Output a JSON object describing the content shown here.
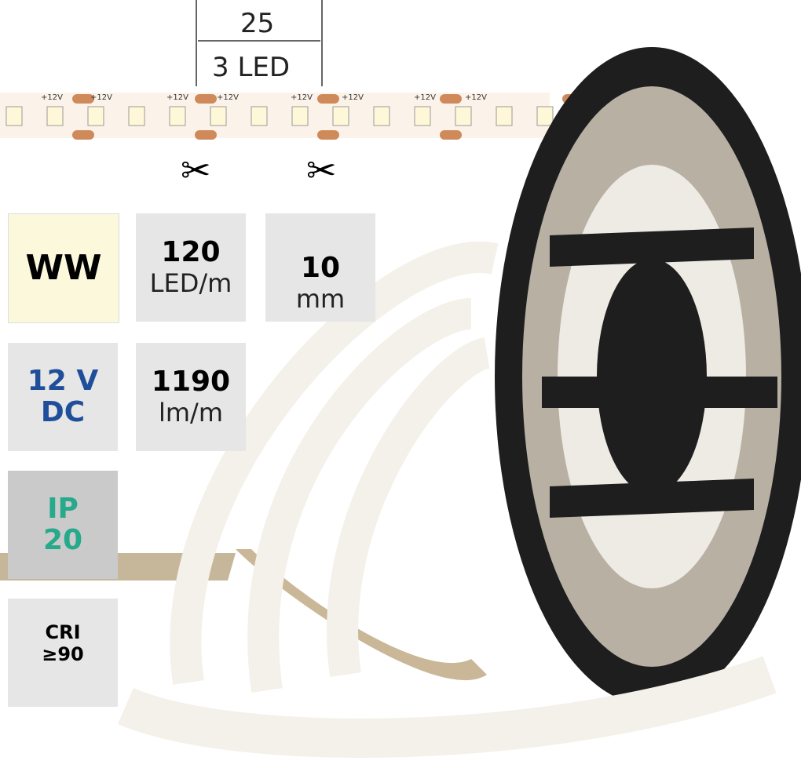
{
  "dimension": {
    "length": "25",
    "leds": "3 LED"
  },
  "strip_labels": {
    "voltage_mark": "+12V"
  },
  "specs": {
    "color_temp": {
      "label": "WW",
      "bg": "#fbf8dc"
    },
    "density": {
      "value": "120",
      "unit": "LED/m"
    },
    "width": {
      "value": "10",
      "unit": "mm"
    },
    "voltage": {
      "value": "12 V",
      "unit": "DC",
      "color": "#1f4e9a"
    },
    "flux": {
      "value": "1190",
      "unit": "lm/m"
    },
    "ip": {
      "label": "IP",
      "value": "20",
      "color": "#27a98b"
    },
    "cri": {
      "label": "CRI",
      "value": "≥90",
      "badge_color": "#fff200"
    }
  },
  "icons": [
    "scissors-icon",
    "width-dimension-icon",
    "cri-starburst-icon"
  ]
}
